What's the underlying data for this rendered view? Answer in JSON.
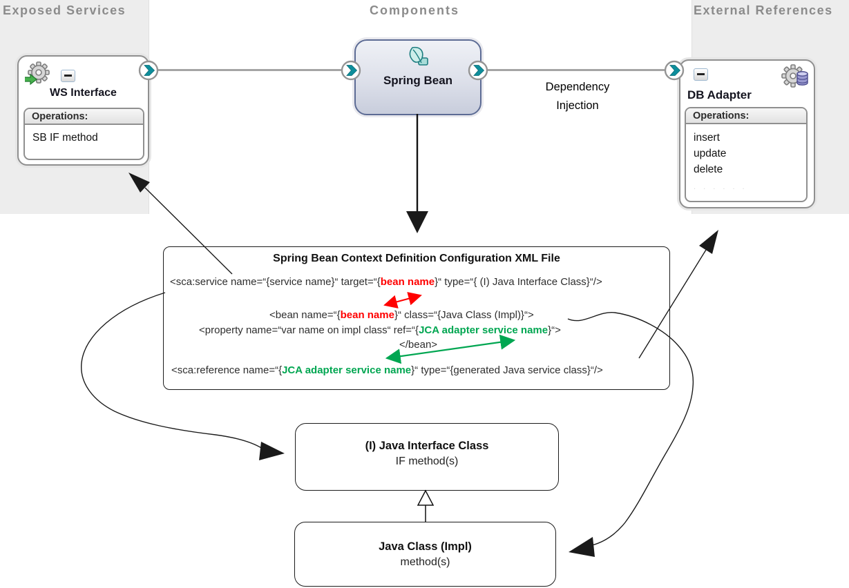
{
  "lanes": {
    "exposed_services": "Exposed Services",
    "components": "Components",
    "external_references": "External References"
  },
  "ws_interface": {
    "title": "WS Interface",
    "operations_label": "Operations:",
    "operations": [
      "SB IF method"
    ]
  },
  "spring_bean": {
    "title": "Spring Bean"
  },
  "db_adapter": {
    "title": "DB Adapter",
    "operations_label": "Operations:",
    "operations": [
      "insert",
      "update",
      "delete"
    ],
    "more_dots": ". . . . . ."
  },
  "dependency_injection": {
    "line1": "Dependency",
    "line2": "Injection"
  },
  "xml_box": {
    "title": "Spring Bean Context Definition Configuration XML File",
    "lines": [
      [
        {
          "t": "<sca:service name=“{service name}“ target=“{"
        },
        {
          "t": "bean name",
          "c": "red"
        },
        {
          "t": "}“ type=“{ (I) Java Interface Class}“/>"
        }
      ],
      [
        {
          "t": "<bean name=“{"
        },
        {
          "t": "bean name",
          "c": "red"
        },
        {
          "t": "}“ class=“{Java Class (Impl)}“>"
        }
      ],
      [
        {
          "t": "<property name=“var name on impl class“ ref=“{"
        },
        {
          "t": "JCA adapter service name",
          "c": "green"
        },
        {
          "t": "}“>"
        }
      ],
      [
        {
          "t": "</bean>"
        }
      ],
      [
        {
          "t": "<sca:reference name=“{"
        },
        {
          "t": "JCA adapter service name",
          "c": "green"
        },
        {
          "t": "}“ type=“{generated Java service class}“/>"
        }
      ]
    ]
  },
  "interface_box": {
    "title": "(I) Java Interface Class",
    "subtitle": "IF method(s)"
  },
  "impl_box": {
    "title": "Java Class (Impl)",
    "subtitle": "method(s)"
  },
  "colors": {
    "red": "#ff0000",
    "green": "#00a651",
    "teal": "#0d8e9c",
    "header_gray": "#8b8b8b",
    "panel_gray": "#ededed",
    "connector_gray": "#a5a5a5",
    "spring_border": "#5c6b94"
  }
}
